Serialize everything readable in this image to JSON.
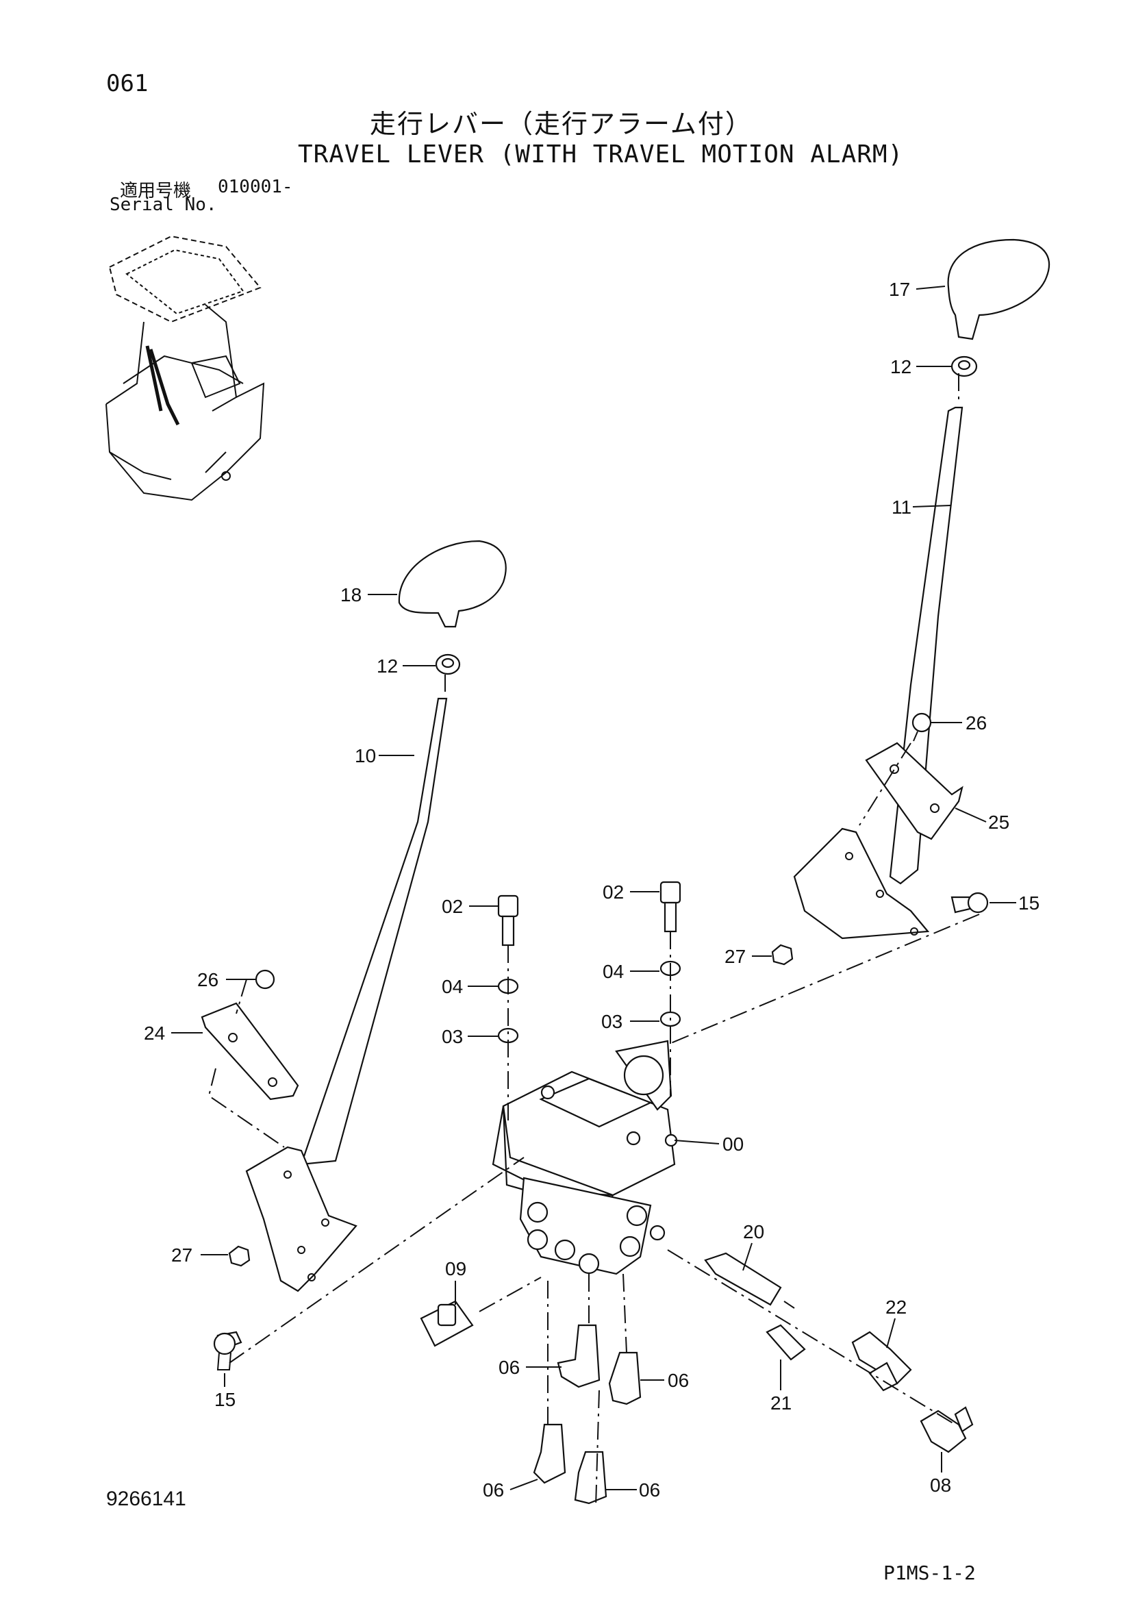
{
  "header": {
    "page_code": "061",
    "title_jp": "走行レバー（走行アラーム付）",
    "title_en": "TRAVEL LEVER (WITH TRAVEL MOTION ALARM)",
    "applicability_label": "適用号機",
    "serial_label": "Serial No.",
    "serial_from": "010001-"
  },
  "callouts": [
    {
      "id": "c17",
      "label": "17"
    },
    {
      "id": "c12a",
      "label": "12"
    },
    {
      "id": "c11",
      "label": "11"
    },
    {
      "id": "c26a",
      "label": "26"
    },
    {
      "id": "c25",
      "label": "25"
    },
    {
      "id": "c15a",
      "label": "15"
    },
    {
      "id": "c27a",
      "label": "27"
    },
    {
      "id": "c18",
      "label": "18"
    },
    {
      "id": "c12b",
      "label": "12"
    },
    {
      "id": "c10",
      "label": "10"
    },
    {
      "id": "c02a",
      "label": "02"
    },
    {
      "id": "c04a",
      "label": "04"
    },
    {
      "id": "c03a",
      "label": "03"
    },
    {
      "id": "c02b",
      "label": "02"
    },
    {
      "id": "c04b",
      "label": "04"
    },
    {
      "id": "c03b",
      "label": "03"
    },
    {
      "id": "c26b",
      "label": "26"
    },
    {
      "id": "c24",
      "label": "24"
    },
    {
      "id": "c00",
      "label": "00"
    },
    {
      "id": "c27b",
      "label": "27"
    },
    {
      "id": "c20",
      "label": "20"
    },
    {
      "id": "c09",
      "label": "09"
    },
    {
      "id": "c22",
      "label": "22"
    },
    {
      "id": "c15b",
      "label": "15"
    },
    {
      "id": "c06a",
      "label": "06"
    },
    {
      "id": "c06b",
      "label": "06"
    },
    {
      "id": "c21",
      "label": "21"
    },
    {
      "id": "c06c",
      "label": "06"
    },
    {
      "id": "c06d",
      "label": "06"
    },
    {
      "id": "c08",
      "label": "08"
    }
  ],
  "footer": {
    "doc_number": "9266141",
    "sheet_code": "P1MS-1-2"
  }
}
